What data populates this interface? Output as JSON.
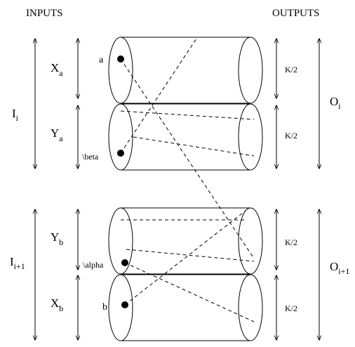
{
  "headers": {
    "inputs": "INPUTS",
    "outputs": "OUTPUTS"
  },
  "left_labels": {
    "i_i": {
      "main": "I",
      "sub": "i"
    },
    "i_i1": {
      "main": "I",
      "sub": "i+1"
    },
    "x_a": {
      "main": "X",
      "sub": "a"
    },
    "y_a": {
      "main": "Y",
      "sub": "a"
    },
    "y_b": {
      "main": "Y",
      "sub": "b"
    },
    "x_b": {
      "main": "X",
      "sub": "b"
    }
  },
  "point_labels": {
    "a": "a",
    "beta": "\\beta",
    "alpha": "\\alpha",
    "b": "b"
  },
  "right_labels": {
    "k1": "K/2",
    "k2": "K/2",
    "k3": "K/2",
    "k4": "K/2",
    "o_i": {
      "main": "O",
      "sub": "i"
    },
    "o_i1": {
      "main": "O",
      "sub": "i+1"
    }
  }
}
